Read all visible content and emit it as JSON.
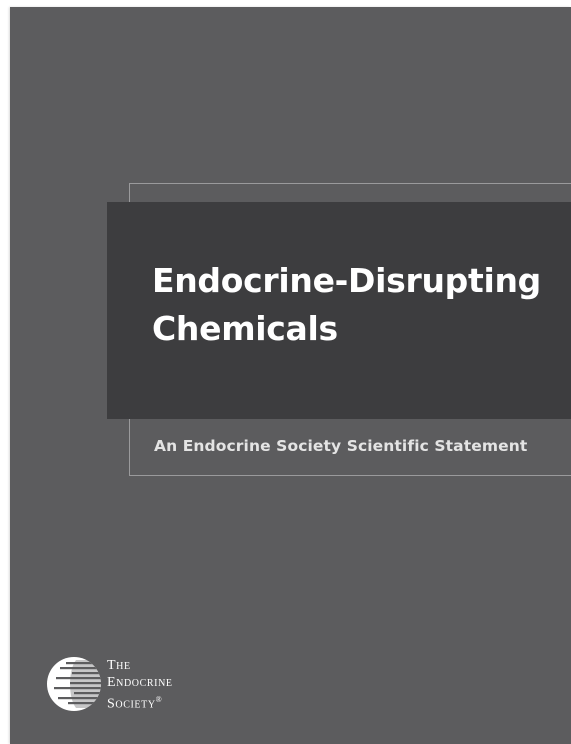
{
  "cover": {
    "title_line1": "Endocrine-Disrupting",
    "title_line2": "Chemicals",
    "subtitle": "An Endocrine Society Scientific Statement"
  },
  "logo": {
    "icon": "endocrine-society-logo-icon",
    "line1": "The",
    "line2": "Endocrine",
    "line3": "Society",
    "registered_mark": "®"
  },
  "colors": {
    "page_background": "#5c5c5e",
    "title_band": "#3d3d3f",
    "title_text": "#ffffff",
    "outline": "#9a9a9c"
  }
}
